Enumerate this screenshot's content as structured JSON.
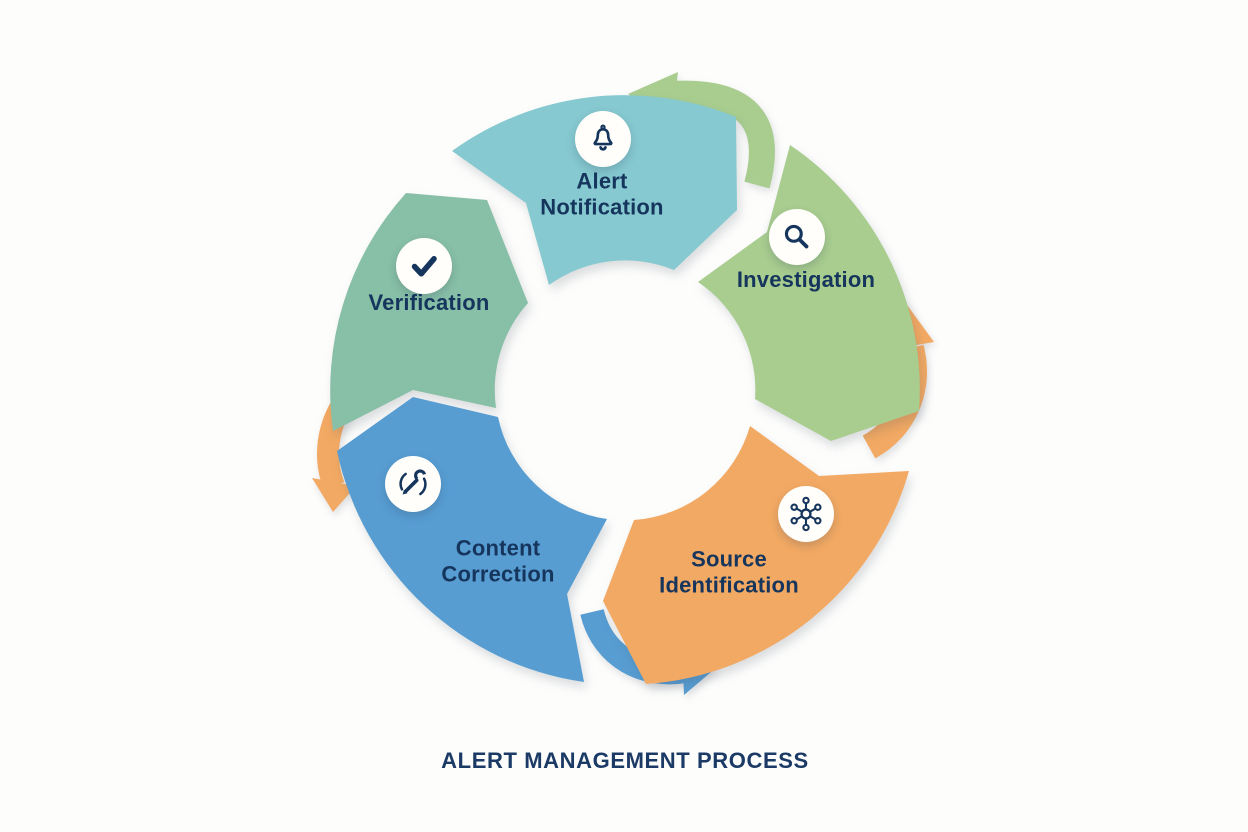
{
  "title": "ALERT MANAGEMENT PROCESS",
  "diagram": {
    "type": "cycle",
    "stage_count": 5,
    "stages": [
      {
        "name": "Alert Notification",
        "lines": [
          "Alert",
          "Notification"
        ],
        "icon": "bell-icon",
        "color": "#86c9d0",
        "position": "top"
      },
      {
        "name": "Investigation",
        "lines": [
          "Investigation"
        ],
        "icon": "magnifier-icon",
        "color": "#a8cd8f",
        "position": "right"
      },
      {
        "name": "Source Identification",
        "lines": [
          "Source",
          "Identification"
        ],
        "icon": "network-hub-icon",
        "color": "#f2a963",
        "position": "bottom-right"
      },
      {
        "name": "Content Correction",
        "lines": [
          "Content",
          "Correction"
        ],
        "icon": "wrench-pencil-icon",
        "color": "#579dd2",
        "position": "bottom-left"
      },
      {
        "name": "Verification",
        "lines": [
          "Verification"
        ],
        "icon": "checkmark-icon",
        "color": "#87bfa7",
        "position": "left"
      }
    ],
    "connectors": [
      {
        "between": "Investigation and Alert Notification",
        "location": "top",
        "color": "#a8cd8f"
      },
      {
        "between": "Source Identification and Investigation",
        "location": "right",
        "color": "#f2a963"
      },
      {
        "between": "Verification and Content Correction",
        "location": "left",
        "color": "#f2a963"
      },
      {
        "between": "Content Correction and Source Identification",
        "location": "bottom",
        "color": "#579dd2"
      }
    ],
    "text_color": "#16355d",
    "icon_badge_color": "#fffefa"
  }
}
